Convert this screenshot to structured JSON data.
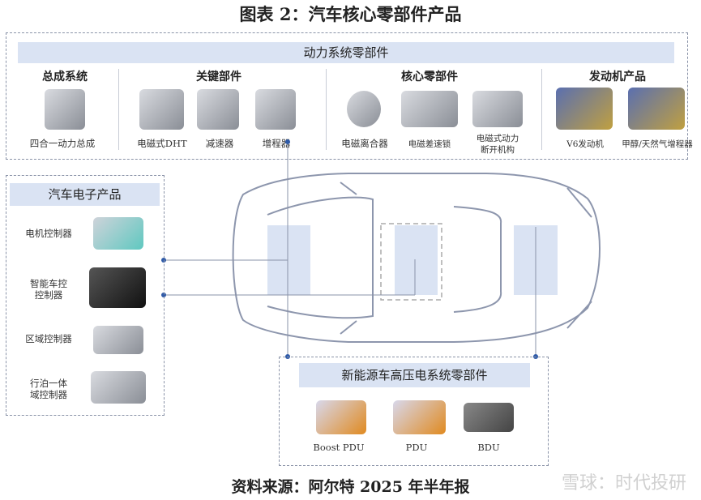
{
  "title": "图表 2：汽车核心零部件产品",
  "powertrain": {
    "header": "动力系统零部件",
    "groups": [
      {
        "title": "总成系统"
      },
      {
        "title": "关键部件"
      },
      {
        "title": "核心零部件"
      },
      {
        "title": "发动机产品"
      }
    ],
    "items": [
      "四合一动力总成",
      "电磁式DHT",
      "减速器",
      "增程器",
      "电磁离合器",
      "电磁差速锁",
      "电磁式动力",
      "断开机构",
      "V6发动机",
      "甲醇/天然气增程器"
    ]
  },
  "electronics": {
    "header": "汽车电子产品",
    "items": [
      "电机控制器",
      "智能车控",
      "控制器",
      "区域控制器",
      "行泊一体",
      "域控制器"
    ]
  },
  "hv": {
    "header": "新能源车高压电系统零部件",
    "items": [
      "Boost PDU",
      "PDU",
      "BDU"
    ]
  },
  "source": "资料来源：阿尔特 2025 年半年报",
  "watermark": "雪球：时代投研",
  "colors": {
    "band": "#dae3f3",
    "connector": "#2e5aa8"
  }
}
